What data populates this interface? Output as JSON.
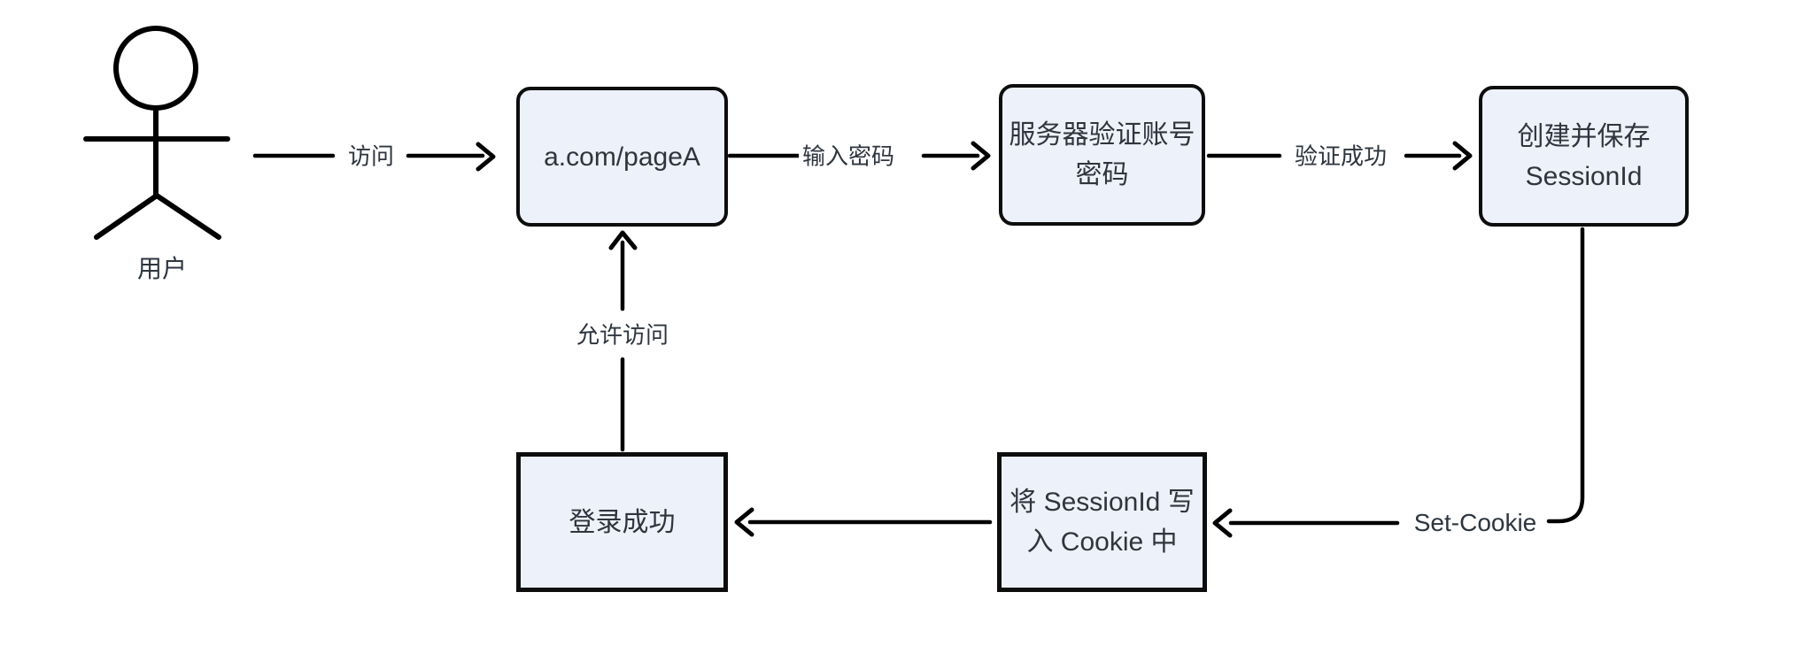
{
  "diagram": {
    "title": "SessionId / Cookie login flow",
    "actor": {
      "label": "用户"
    },
    "nodes": {
      "page_a": {
        "label": "a.com/pageA"
      },
      "server_verify": {
        "label": "服务器验证账号\n密码"
      },
      "create_session": {
        "label": "创建并保存\nSessionId"
      },
      "write_cookie": {
        "label": "将 SessionId 写\n入 Cookie 中"
      },
      "login_success": {
        "label": "登录成功"
      }
    },
    "edges": {
      "visit": {
        "label": "访问"
      },
      "input_password": {
        "label": "输入密码"
      },
      "verify_success": {
        "label": "验证成功"
      },
      "set_cookie": {
        "label": "Set-Cookie"
      },
      "allow_access": {
        "label": "允许访问"
      }
    },
    "colors": {
      "background": "#FFFFFF",
      "node_fill": "#EDF1F9",
      "node_border": "#0D0D0D",
      "line": "#000000",
      "text": "#2E353E"
    }
  }
}
